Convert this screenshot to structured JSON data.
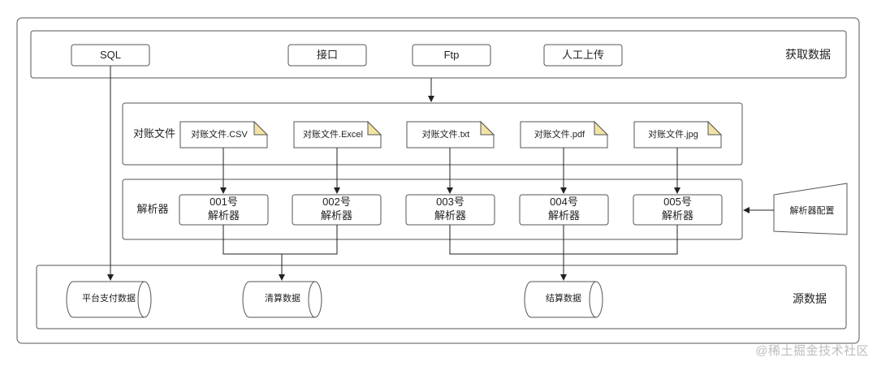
{
  "acquire": {
    "title": "获取数据",
    "sources": [
      "SQL",
      "接口",
      "Ftp",
      "人工上传"
    ]
  },
  "files": {
    "title": "对账文件",
    "items": [
      "对账文件.CSV",
      "对账文件.Excel",
      "对账文件.txt",
      "对账文件.pdf",
      "对账文件.jpg"
    ]
  },
  "parsers": {
    "title": "解析器",
    "items": [
      {
        "id": "001号",
        "name": "解析器"
      },
      {
        "id": "002号",
        "name": "解析器"
      },
      {
        "id": "003号",
        "name": "解析器"
      },
      {
        "id": "004号",
        "name": "解析器"
      },
      {
        "id": "005号",
        "name": "解析器"
      }
    ],
    "config": "解析器配置"
  },
  "source_data": {
    "title": "源数据",
    "stores": [
      "平台支付数据",
      "清算数据",
      "结算数据"
    ]
  },
  "watermark": "@稀土掘金技术社区"
}
